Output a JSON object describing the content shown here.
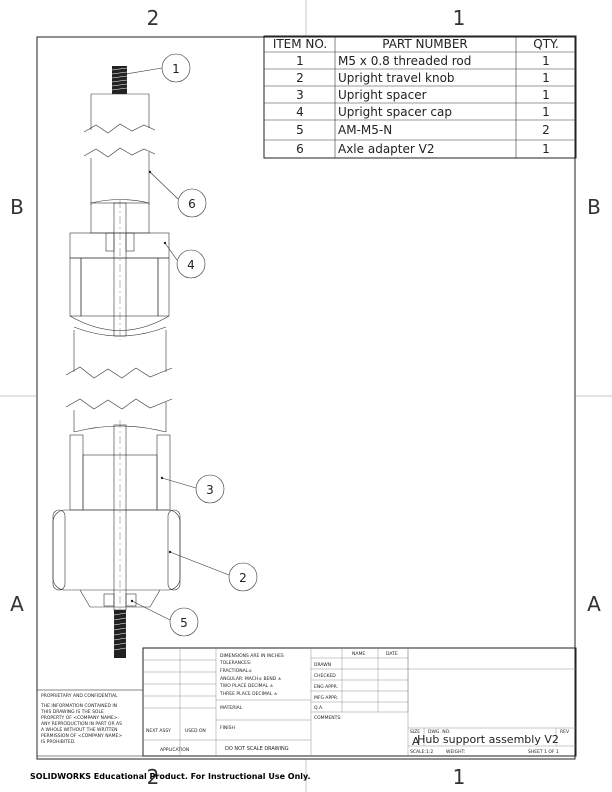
{
  "zones": {
    "top": [
      "2",
      "1"
    ],
    "bottom": [
      "2",
      "1"
    ],
    "left": [
      "B",
      "A"
    ],
    "right": [
      "B",
      "A"
    ]
  },
  "bom": {
    "headers": [
      "ITEM NO.",
      "PART NUMBER",
      "QTY."
    ],
    "rows": [
      [
        "1",
        "M5 x 0.8 threaded rod",
        "1"
      ],
      [
        "2",
        "Upright travel knob",
        "1"
      ],
      [
        "3",
        "Upright spacer",
        "1"
      ],
      [
        "4",
        "Upright spacer cap",
        "1"
      ],
      [
        "5",
        "AM-M5-N",
        "2"
      ],
      [
        "6",
        "Axle adapter V2",
        "1"
      ]
    ]
  },
  "balloons": [
    "1",
    "6",
    "4",
    "3",
    "2",
    "5"
  ],
  "title_block": {
    "tolerances": [
      "DIMENSIONS ARE IN INCHES",
      "TOLERANCES:",
      "FRACTIONAL±",
      "ANGULAR: MACH±   BEND ±",
      "TWO PLACE DECIMAL   ±",
      "THREE PLACE DECIMAL  ±"
    ],
    "name_header": "NAME",
    "date_header": "DATE",
    "roles": [
      "DRAWN",
      "CHECKED",
      "ENG APPR.",
      "MFG APPR.",
      "Q.A.",
      "COMMENTS:"
    ],
    "material": "MATERIAL",
    "finish": "FINISH",
    "no_scale": "DO NOT SCALE DRAWING",
    "next_assy": "NEXT ASSY",
    "used_on": "USED ON",
    "application": "APPLICATION",
    "proprietary_title": "PROPRIETARY AND CONFIDENTIAL",
    "proprietary_text": [
      "THE INFORMATION CONTAINED IN",
      "THIS DRAWING IS THE SOLE",
      "PROPERTY OF <COMPANY NAME>.",
      "ANY REPRODUCTION IN PART OR AS",
      "A WHOLE WITHOUT THE WRITTEN",
      "PERMISSION OF <COMPANY NAME>",
      "IS PROHIBITED."
    ],
    "title": "Hub support assembly V2",
    "size_label": "SIZE",
    "size_value": "A",
    "dwg_no": "DWG. NO.",
    "rev": "REV",
    "scale": "SCALE:1:2",
    "weight": "WEIGHT:",
    "sheet": "SHEET 1 OF 1"
  },
  "footer": "SOLIDWORKS Educational Product. For Instructional Use Only."
}
